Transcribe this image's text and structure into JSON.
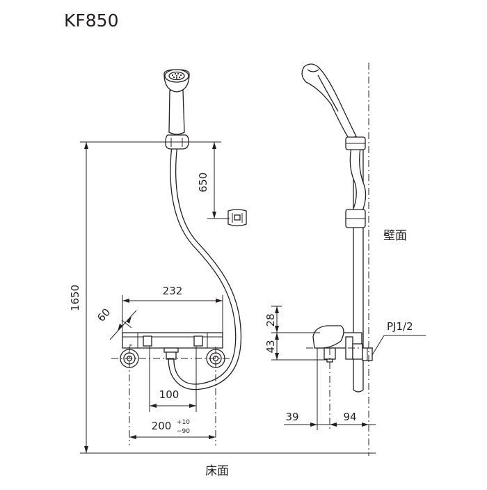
{
  "model": "KF850",
  "dimensions": {
    "total_height": "1650",
    "holder_spacing": "650",
    "body_width": "232",
    "body_angle": "60",
    "inlet_spacing": "100",
    "mount_width": "200",
    "mount_tol_plus": "+10",
    "mount_tol_minus": "−90",
    "upper_height": "28",
    "lower_height": "43",
    "wall_offset_a": "39",
    "wall_offset_b": "94"
  },
  "labels": {
    "wall": "壁面",
    "floor": "床面",
    "pipe_thread": "PJ1/2"
  }
}
